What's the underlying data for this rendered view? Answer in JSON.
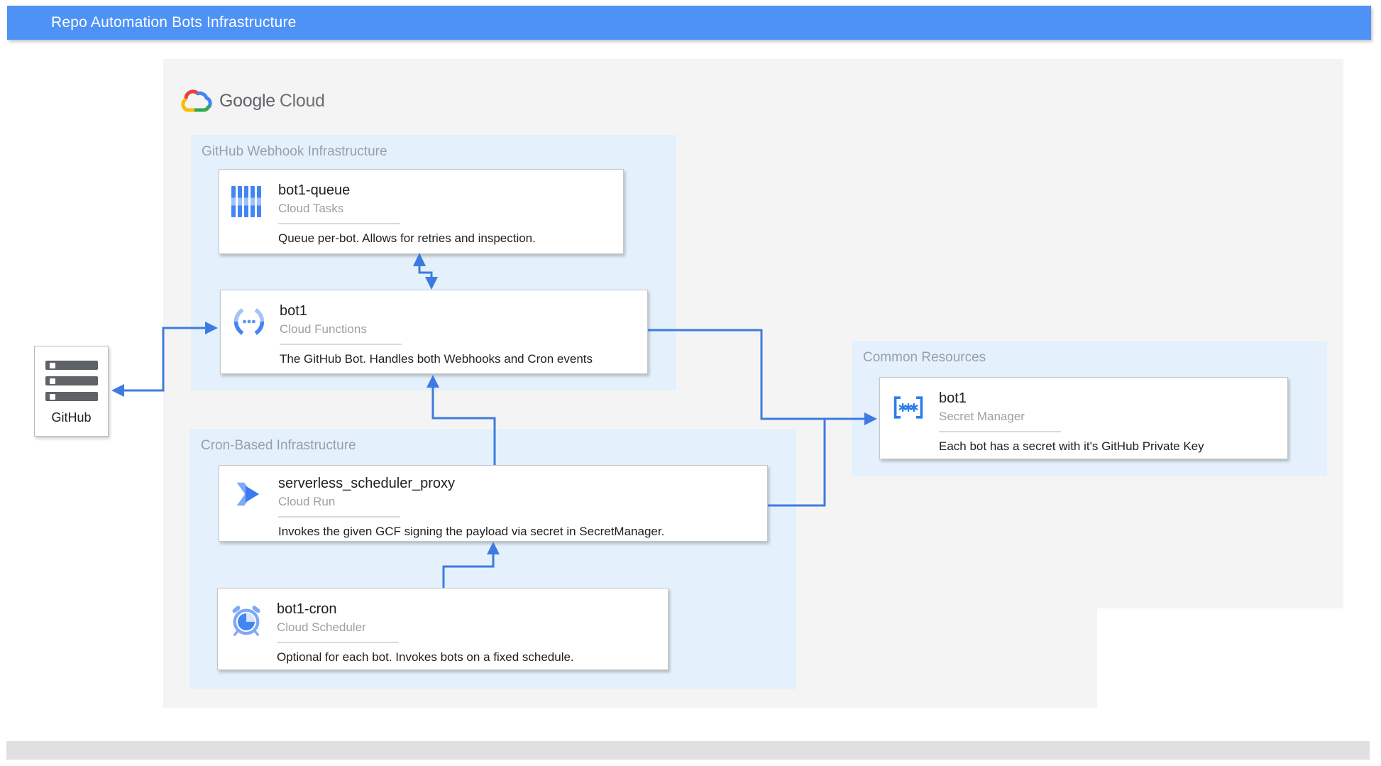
{
  "header": {
    "title": "Repo Automation Bots Infrastructure"
  },
  "logo": {
    "google": "Google",
    "cloud": "Cloud"
  },
  "sections": {
    "webhook": {
      "label": "GitHub Webhook Infrastructure"
    },
    "cron": {
      "label": "Cron-Based Infrastructure"
    },
    "common": {
      "label": "Common Resources"
    }
  },
  "cards": {
    "bot1_queue": {
      "title": "bot1-queue",
      "product": "Cloud Tasks",
      "description": "Queue per-bot. Allows for retries and inspection.",
      "icon": "cloud-tasks-icon"
    },
    "bot1": {
      "title": "bot1",
      "product": "Cloud Functions",
      "description": "The GitHub Bot. Handles both Webhooks and Cron events",
      "icon": "cloud-functions-icon"
    },
    "proxy": {
      "title": "serverless_scheduler_proxy",
      "product": "Cloud Run",
      "description": "Invokes the given GCF signing the payload via secret in SecretManager.",
      "icon": "cloud-run-icon"
    },
    "bot1_cron": {
      "title": "bot1-cron",
      "product": "Cloud Scheduler",
      "description": "Optional for each bot. Invokes bots on a fixed schedule.",
      "icon": "cloud-scheduler-icon"
    },
    "bot1_secret": {
      "title": "bot1",
      "product": "Secret Manager",
      "description": "Each bot has a secret with it's GitHub Private Key",
      "icon": "secret-manager-icon"
    }
  },
  "external": {
    "github_label": "GitHub",
    "icon": "server-stack-icon"
  },
  "colors": {
    "header_blue": "#4e92f5",
    "arrow_blue": "#3e7be0",
    "zone_blue": "#e4f0fb",
    "container_gray": "#f4f4f4",
    "bottom_bar_gray": "#e0e0e0",
    "icon_blue": "#4285f4",
    "icon_light_blue": "#9fc2f9",
    "google_red": "#ea4335",
    "google_yellow": "#fbbc05",
    "google_green": "#34a853"
  }
}
